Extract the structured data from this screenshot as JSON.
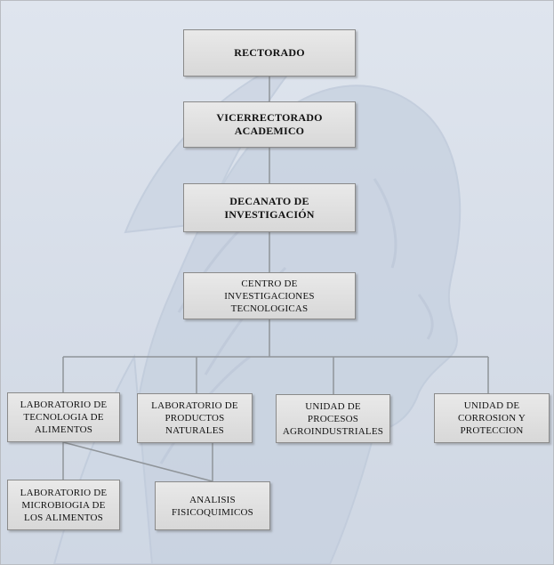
{
  "nodes": {
    "rectorado": "RECTORADO",
    "vicerrectorado": "VICERRECTORADO\nACADEMICO",
    "decanato": "DECANATO DE\nINVESTIGACIÓN",
    "centro": "CENTRO DE\nINVESTIGACIONES\nTECNOLOGICAS",
    "lab_tecnologia": "LABORATORIO DE\nTECNOLOGIA DE\nALIMENTOS",
    "lab_productos": "LABORATORIO DE\nPRODUCTOS\nNATURALES",
    "unidad_procesos": "UNIDAD DE\nPROCESOS\nAGROINDUSTRIALES",
    "unidad_corrosion": "UNIDAD DE\nCORROSION Y\nPROTECCION",
    "lab_microbiogia": "LABORATORIO DE\nMICROBIOGIA DE\nLOS ALIMENTOS",
    "analisis": "ANALISIS\nFISICOQUIMICOS"
  },
  "colors": {
    "background": "#d6dde8",
    "box_fill": "#e0e0e0",
    "box_border": "#8a8a8a",
    "connector": "#8f9499",
    "watermark": "#c3cedd"
  }
}
